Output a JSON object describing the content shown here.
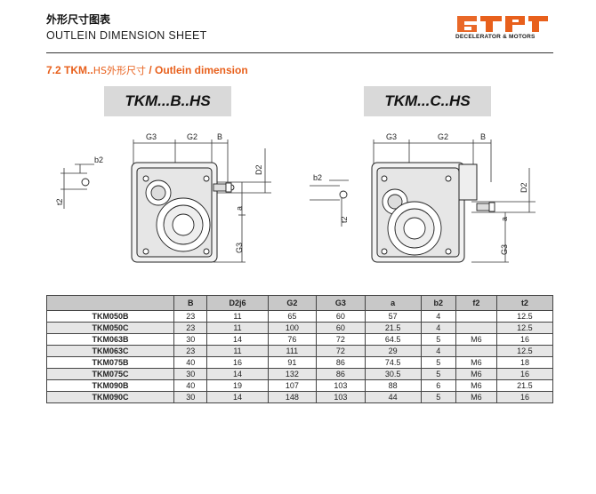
{
  "header": {
    "title_cn": "外形尺寸图表",
    "title_en": "OUTLEIN DIMENSION SHEET"
  },
  "logo": {
    "brand_color": "#e8601c",
    "tagline": "DECELERATOR & MOTORS"
  },
  "section": {
    "number": "7.2",
    "model": "TKM..",
    "suffix_cn": "HS外形尺寸",
    "separator": "/",
    "title_en": "Outlein dimension"
  },
  "drawings": [
    {
      "tag": "TKM...B..HS",
      "labels": {
        "g3": "G3",
        "g2": "G2",
        "b": "B",
        "d2": "D2",
        "b2": "b2",
        "t2": "t2",
        "a": "a",
        "g3v": "G3"
      }
    },
    {
      "tag": "TKM...C..HS",
      "labels": {
        "g3": "G3",
        "g2": "G2",
        "b": "B",
        "d2": "D2",
        "b2": "b2",
        "t2": "t2",
        "a": "a",
        "g3v": "G3"
      }
    }
  ],
  "table": {
    "headers": [
      "",
      "B",
      "D2j6",
      "G2",
      "G3",
      "a",
      "b2",
      "f2",
      "t2"
    ],
    "rows": [
      [
        "TKM050B",
        "23",
        "11",
        "65",
        "60",
        "57",
        "4",
        "",
        "12.5"
      ],
      [
        "TKM050C",
        "23",
        "11",
        "100",
        "60",
        "21.5",
        "4",
        "",
        "12.5"
      ],
      [
        "TKM063B",
        "30",
        "14",
        "76",
        "72",
        "64.5",
        "5",
        "M6",
        "16"
      ],
      [
        "TKM063C",
        "23",
        "11",
        "111",
        "72",
        "29",
        "4",
        "",
        "12.5"
      ],
      [
        "TKM075B",
        "40",
        "16",
        "91",
        "86",
        "74.5",
        "5",
        "M6",
        "18"
      ],
      [
        "TKM075C",
        "30",
        "14",
        "132",
        "86",
        "30.5",
        "5",
        "M6",
        "16"
      ],
      [
        "TKM090B",
        "40",
        "19",
        "107",
        "103",
        "88",
        "6",
        "M6",
        "21.5"
      ],
      [
        "TKM090C",
        "30",
        "14",
        "148",
        "103",
        "44",
        "5",
        "M6",
        "16"
      ]
    ]
  }
}
